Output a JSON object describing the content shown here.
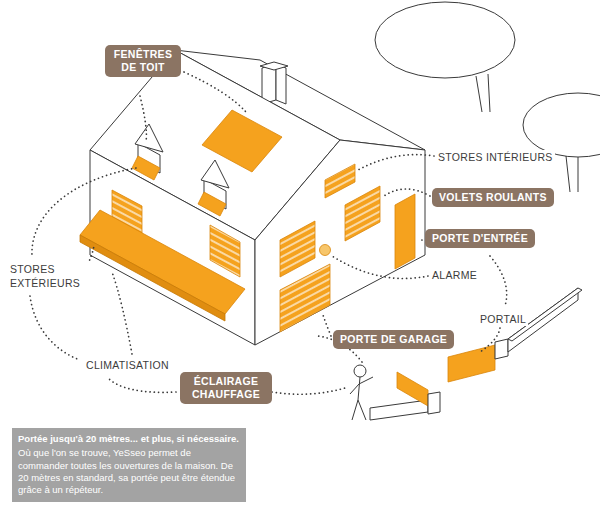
{
  "diagram": {
    "nodes": [
      {
        "text": [
          "FENÊTRES DE TOIT"
        ]
      },
      {
        "text": [
          "VOLETS ROULANTS"
        ]
      },
      {
        "text": [
          "PORTE D'ENTRÉE"
        ]
      },
      {
        "text": [
          "PORTE DE GARAGE"
        ]
      },
      {
        "text": [
          "ÉCLAIRAGE CHAUFFAGE"
        ]
      },
      {
        "text": [
          "Portée jusqu'à 20 mètres... et plus, si nécessaire.",
          "Où que l'on se trouve, YeSseo permet de commander toutes les ouvertures de la maison. De 20 mètres en standard, sa portée peut être étendue grâce à un répéteur."
        ]
      }
    ],
    "labels": [
      "STORES INTÉRIEURS",
      "ALARME",
      "STORES EXTÉRIEURS",
      "PORTAIL",
      "CLIMATISATION"
    ]
  }
}
